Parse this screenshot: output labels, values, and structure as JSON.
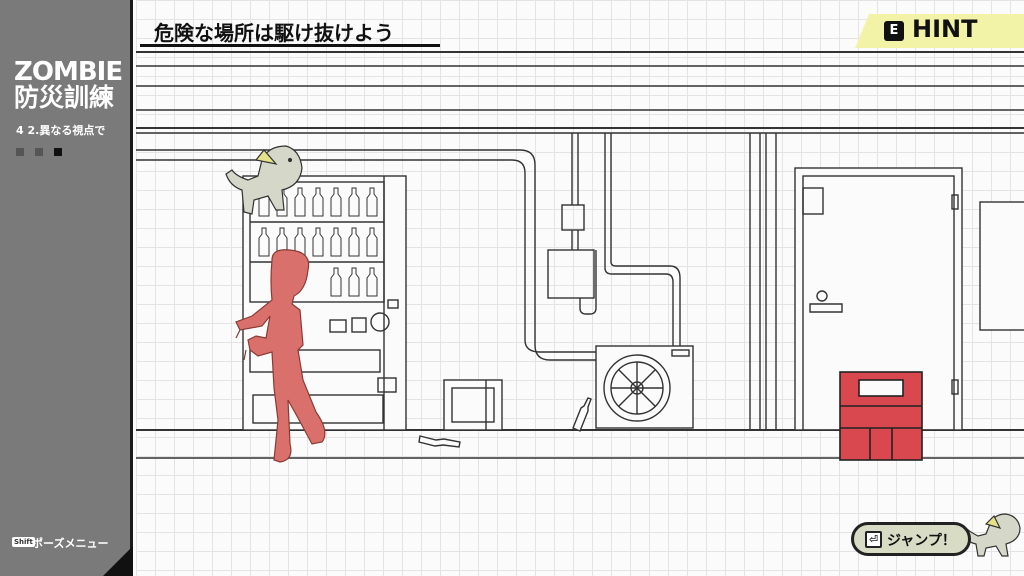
{
  "sidebar": {
    "logo_line1": "ZOMBIE",
    "logo_line2": "防災訓練",
    "stage_label": "4  2.異なる視点で",
    "progress_colors": [
      "#555555",
      "#555555",
      "#111111"
    ],
    "pause_key": "Shift",
    "pause_label": "ポーズメニュー"
  },
  "objective": {
    "text": "危険な場所は駆け抜けよう"
  },
  "hint": {
    "key": "E",
    "label": "HINT",
    "color": "#f3f3a8"
  },
  "jump": {
    "key_glyph": "⏎",
    "label": "ジャンプ！"
  },
  "colors": {
    "zombie": "#d9706b",
    "crate": "#d9474f",
    "sidebar": "#7a7a7a",
    "grid": "#e4e4e4"
  }
}
